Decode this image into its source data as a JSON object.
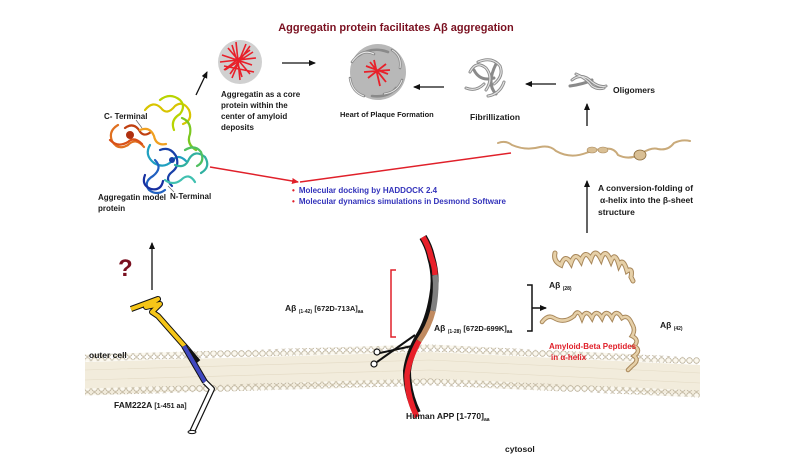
{
  "title": "Aggregatin protein facilitates Aβ aggregation",
  "model": {
    "c_terminal": "C- Terminal",
    "n_terminal": "N-Terminal",
    "caption_line1": "Aggregatin model",
    "caption_line2": "protein"
  },
  "core": {
    "line1": "Aggregatin as a core",
    "line2": "protein within the",
    "line3": "center of amyloid",
    "line4": "deposits"
  },
  "stages": {
    "plaque": "Heart of Plaque Formation",
    "fibrillization": "Fibrillization",
    "oligomers": "Oligomers"
  },
  "methods": [
    "Molecular docking by HADDOCK 2.4",
    "Molecular dynamics simulations in Desmond Software"
  ],
  "bullet": "•",
  "conversion": {
    "line1": "A conversion-folding of",
    "line2": "α-helix into the β-sheet",
    "line3": "structure"
  },
  "question_mark": "?",
  "fam": {
    "name": "FAM222A",
    "range": "[1-451 aa]"
  },
  "app": {
    "name": "Human APP [1-770]",
    "sub": "aa"
  },
  "abeta42_label": {
    "main": "Aβ",
    "sub1": "(1-42)",
    "range": "[672D-713A]",
    "sub2": "aa"
  },
  "abeta28_label": {
    "main": "Aβ",
    "sub1": "(1-28)",
    "range": "[672D-699K]",
    "sub2": "aa"
  },
  "peptides": {
    "ab28_main": "Aβ",
    "ab28_sub": "(28)",
    "ab42_main": "Aβ",
    "ab42_sub": "(42)",
    "caption_line1": "Amyloid-Beta Peptides",
    "caption_line2": "in α-helix"
  },
  "regions": {
    "outer": "outer cell",
    "cytosol": "cytosol"
  },
  "colors": {
    "title": "#7a1020",
    "method_text": "#3333bb",
    "accent_red": "#e0202a",
    "fam_yellow": "#f5c518",
    "fam_blue": "#4048c0",
    "app_red": "#e8202a",
    "app_gray": "#808080",
    "app_brown": "#c08a60",
    "membrane": "#f2ecdc",
    "peptide": "#d9bf94"
  }
}
